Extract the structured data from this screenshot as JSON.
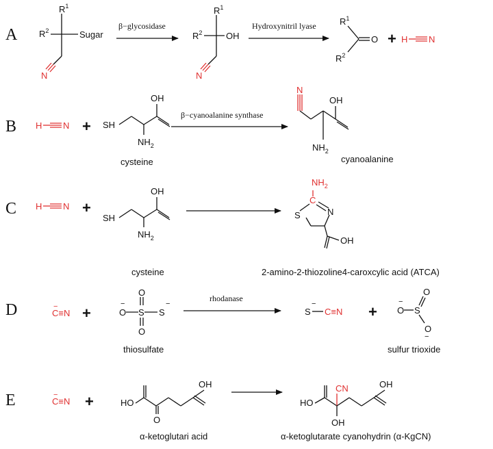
{
  "colors": {
    "accent": "#e03030",
    "ink": "#111111",
    "background": "#ffffff"
  },
  "panels": {
    "A": {
      "letter": "A",
      "substrate": {
        "r1": "R",
        "r1_sup": "1",
        "r2": "R",
        "r2_sup": "2",
        "group": "Sugar",
        "nitrile_n": "N"
      },
      "enzyme1": "β−glycosidase",
      "intermediate": {
        "r1": "R",
        "r1_sup": "1",
        "r2": "R",
        "r2_sup": "2",
        "group": "OH",
        "nitrile_n": "N"
      },
      "enzyme2": "Hydroxynitril lyase",
      "ketone": {
        "r1": "R",
        "r1_sup": "1",
        "r2": "R",
        "r2_sup": "2",
        "oxygen": "O"
      },
      "plus": "+",
      "hcn": {
        "h": "H",
        "n": "N"
      }
    },
    "B": {
      "letter": "B",
      "hcn": {
        "h": "H",
        "n": "N"
      },
      "plus": "+",
      "cysteine": {
        "oh": "OH",
        "sh": "SH",
        "nh2": "NH",
        "nh2_sub": "2",
        "name": "cysteine"
      },
      "enzyme": "β−cyanoalanine synthase",
      "product": {
        "n": "N",
        "oh": "OH",
        "nh2": "NH",
        "nh2_sub": "2",
        "name": "cyanoalanine"
      }
    },
    "C": {
      "letter": "C",
      "hcn": {
        "h": "H",
        "n": "N"
      },
      "plus": "+",
      "cysteine": {
        "oh": "OH",
        "sh": "SH",
        "nh2": "NH",
        "nh2_sub": "2",
        "name": "cysteine"
      },
      "product": {
        "nh2": "NH",
        "nh2_sub": "2",
        "c": "C",
        "s": "S",
        "n": "N",
        "oh": "OH",
        "name": "2-amino-2-thiozoline4-caroxcylic acid (ATCA)"
      }
    },
    "D": {
      "letter": "D",
      "cyanide": "C≡N",
      "cyanide_charge": "−",
      "plus1": "+",
      "thiosulfate": {
        "o_left": "O",
        "s_center": "S",
        "o_top": "O",
        "o_bottom": "O",
        "s_right": "S",
        "charge": "−",
        "name": "thiosulfate"
      },
      "enzyme": "rhodanase",
      "thiocyanate": {
        "s": "S",
        "charge": "−",
        "cn": "C≡N"
      },
      "plus2": "+",
      "sulfite": {
        "o_left": "O",
        "s": "S",
        "o_top": "O",
        "o_bottom": "O",
        "charge": "−",
        "name": "sulfur trioxide"
      }
    },
    "E": {
      "letter": "E",
      "cyanide": "C≡N",
      "cyanide_charge": "−",
      "plus": "+",
      "ketoglutarate": {
        "oh_top": "OH",
        "ho_left": "HO",
        "o_bottom": "O",
        "name": "α-ketoglutari acid"
      },
      "product": {
        "cn": "CN",
        "oh_top": "OH",
        "ho_left": "HO",
        "oh_bottom": "OH",
        "name": "α-ketoglutarate cyanohydrin (α-KgCN)"
      }
    }
  }
}
